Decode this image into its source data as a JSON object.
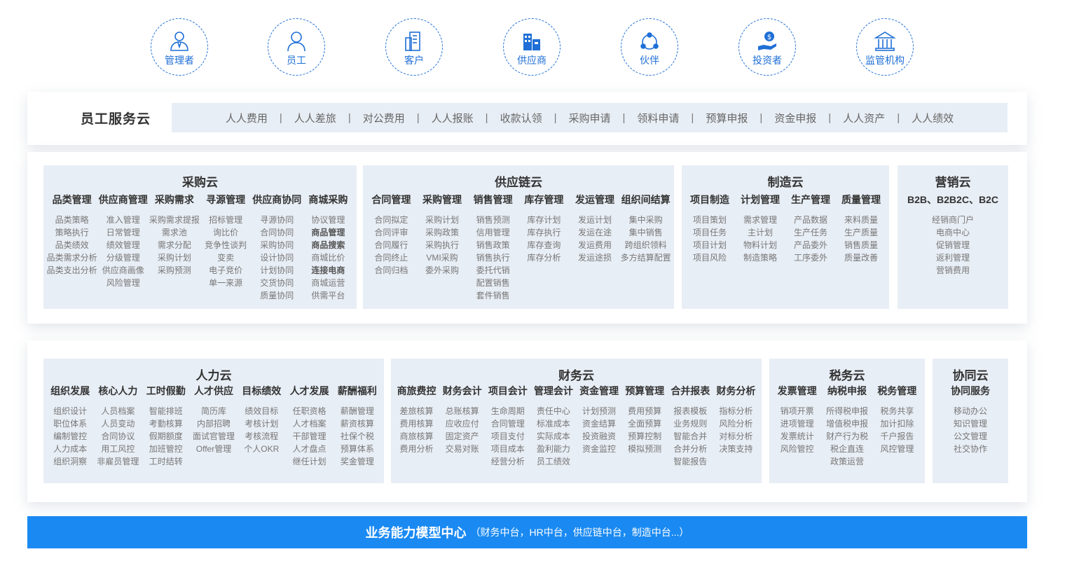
{
  "roles": [
    {
      "label": "管理者",
      "icon": "manager-icon"
    },
    {
      "label": "员工",
      "icon": "employee-icon"
    },
    {
      "label": "客户",
      "icon": "customer-icon"
    },
    {
      "label": "供应商",
      "icon": "supplier-icon"
    },
    {
      "label": "伙伴",
      "icon": "partner-icon"
    },
    {
      "label": "投资者",
      "icon": "investor-icon"
    },
    {
      "label": "监管机构",
      "icon": "regulator-icon"
    }
  ],
  "accent_color": "#1f6fd6",
  "bar_color": "#1a8af2",
  "service_cloud": {
    "title": "员工服务云",
    "items": [
      "人人费用",
      "人人差旅",
      "对公费用",
      "人人报账",
      "收款认领",
      "采购申请",
      "领料申请",
      "预算申报",
      "资金申报",
      "人人资产",
      "人人绩效"
    ]
  },
  "row1": [
    {
      "title": "采购云",
      "columns": [
        {
          "head": "品类管理",
          "items": [
            "品类策略",
            "策略执行",
            "品类绩效",
            "品类需求分析",
            "品类支出分析"
          ]
        },
        {
          "head": "供应商管理",
          "items": [
            "准入管理",
            "日常管理",
            "绩效管理",
            "分级管理",
            "供应商画像",
            "风险管理"
          ]
        },
        {
          "head": "采购需求",
          "items": [
            "采购需求提报",
            "需求池",
            "需求分配",
            "采购计划",
            "采购预测"
          ]
        },
        {
          "head": "寻源管理",
          "items": [
            "招标管理",
            "询比价",
            "竞争性谈判",
            "变卖",
            "电子竞价",
            "单一来源"
          ]
        },
        {
          "head": "供应商协同",
          "items": [
            "寻源协同",
            "合同协同",
            "采购协同",
            "设计协同",
            "计划协同",
            "交货协同",
            "质量协同"
          ]
        },
        {
          "head": "商城采购",
          "items": [
            "协议管理",
            "商品管理",
            "商品搜索",
            "商城比价",
            "连接电商",
            "商城运营",
            "供需平台"
          ],
          "highlight": [
            "商品管理",
            "商品搜索",
            "连接电商"
          ]
        }
      ]
    },
    {
      "title": "供应链云",
      "columns": [
        {
          "head": "合同管理",
          "items": [
            "合同拟定",
            "合同评审",
            "合同履行",
            "合同终止",
            "合同归档"
          ]
        },
        {
          "head": "采购管理",
          "items": [
            "采购计划",
            "采购政策",
            "采购执行",
            "VMI采购",
            "委外采购"
          ]
        },
        {
          "head": "销售管理",
          "items": [
            "销售预测",
            "信用管理",
            "销售政策",
            "销售执行",
            "委托代销",
            "配置销售",
            "套件销售"
          ]
        },
        {
          "head": "库存管理",
          "items": [
            "库存计划",
            "库存执行",
            "库存查询",
            "库存分析"
          ]
        },
        {
          "head": "发运管理",
          "items": [
            "发运计划",
            "发运在途",
            "发运费用",
            "发运途损"
          ]
        },
        {
          "head": "组织间结算",
          "items": [
            "集中采购",
            "集中销售",
            "跨组织领料",
            "多方结算配置"
          ]
        }
      ]
    },
    {
      "title": "制造云",
      "columns": [
        {
          "head": "项目制造",
          "items": [
            "项目策划",
            "项目任务",
            "项目计划",
            "项目风险"
          ]
        },
        {
          "head": "计划管理",
          "items": [
            "需求管理",
            "主计划",
            "物料计划",
            "制造策略"
          ]
        },
        {
          "head": "生产管理",
          "items": [
            "产品数据",
            "生产任务",
            "产品委外",
            "工序委外"
          ]
        },
        {
          "head": "质量管理",
          "items": [
            "来料质量",
            "生产质量",
            "销售质量",
            "质量改善"
          ]
        }
      ]
    },
    {
      "title": "营销云",
      "columns": [
        {
          "head": "B2B、B2B2C、B2C",
          "items": [
            "经销商门户",
            "电商中心",
            "促销管理",
            "返利管理",
            "营销费用"
          ]
        }
      ]
    }
  ],
  "row2": [
    {
      "title": "人力云",
      "columns": [
        {
          "head": "组织发展",
          "items": [
            "组织设计",
            "职位体系",
            "编制管控",
            "人力成本",
            "组织洞察"
          ]
        },
        {
          "head": "核心人力",
          "items": [
            "人员档案",
            "人员变动",
            "合同协议",
            "用工风控",
            "非雇员管理"
          ]
        },
        {
          "head": "工时假勤",
          "items": [
            "智能排班",
            "考勤核算",
            "假期额度",
            "加班管控",
            "工时结转"
          ]
        },
        {
          "head": "人才供应",
          "items": [
            "简历库",
            "内部招聘",
            "面试官管理",
            "Offer管理"
          ]
        },
        {
          "head": "目标绩效",
          "items": [
            "绩效目标",
            "考核计划",
            "考核流程",
            "个人OKR"
          ]
        },
        {
          "head": "人才发展",
          "items": [
            "任职资格",
            "人才档案",
            "干部管理",
            "人才盘点",
            "继任计划"
          ]
        },
        {
          "head": "薪酬福利",
          "items": [
            "薪酬管理",
            "薪资核算",
            "社保个税",
            "预算体系",
            "奖金管理"
          ]
        }
      ]
    },
    {
      "title": "财务云",
      "columns": [
        {
          "head": "商旅费控",
          "items": [
            "差旅核算",
            "费用核算",
            "商旅核算",
            "费用分析"
          ]
        },
        {
          "head": "财务会计",
          "items": [
            "总账核算",
            "应收应付",
            "固定资产",
            "交易对账"
          ]
        },
        {
          "head": "项目会计",
          "items": [
            "生命周期",
            "合同管理",
            "项目支付",
            "项目成本",
            "经营分析"
          ]
        },
        {
          "head": "管理会计",
          "items": [
            "责任中心",
            "标准成本",
            "实际成本",
            "盈利能力",
            "员工绩效"
          ]
        },
        {
          "head": "资金管理",
          "items": [
            "计划预测",
            "资金结算",
            "投资融资",
            "资金监控"
          ]
        },
        {
          "head": "预算管理",
          "items": [
            "费用预算",
            "全面预算",
            "预算控制",
            "模拟预测"
          ]
        },
        {
          "head": "合并报表",
          "items": [
            "报表模板",
            "业务规则",
            "智能合并",
            "合并分析",
            "智能报告"
          ]
        },
        {
          "head": "财务分析",
          "items": [
            "指标分析",
            "风险分析",
            "对标分析",
            "决策支持"
          ]
        }
      ]
    },
    {
      "title": "税务云",
      "columns": [
        {
          "head": "发票管理",
          "items": [
            "销项开票",
            "进项管理",
            "发票统计",
            "风险管控"
          ]
        },
        {
          "head": "纳税申报",
          "items": [
            "所得税申报",
            "增值税申报",
            "财产行为税",
            "税企直连",
            "政策运营"
          ]
        },
        {
          "head": "税务管理",
          "items": [
            "税务共享",
            "加计扣除",
            "千户报告",
            "风控管理"
          ]
        }
      ]
    },
    {
      "title": "协同云",
      "columns": [
        {
          "head": "协同服务",
          "items": [
            "移动办公",
            "知识管理",
            "公文管理",
            "社交协作"
          ]
        }
      ]
    }
  ],
  "bottom_bar": {
    "title": "业务能力模型中心",
    "subtitle": "（财务中台，HR中台，供应链中台，制造中台...）"
  }
}
